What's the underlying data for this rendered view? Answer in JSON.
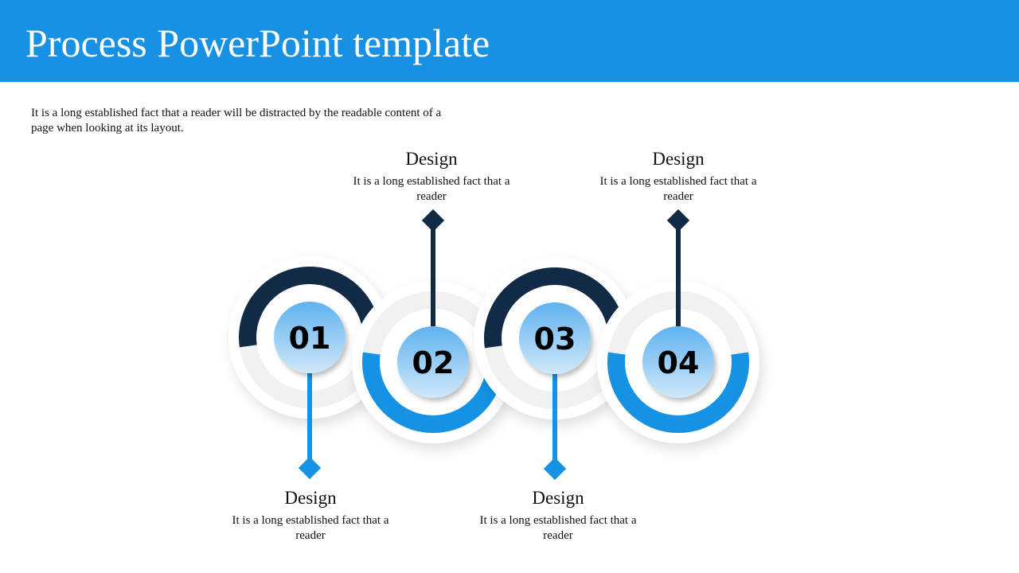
{
  "header": {
    "title": "Process PowerPoint template"
  },
  "intro": "It is a long established fact that a reader will be distracted by the readable content of a page when looking at its layout.",
  "colors": {
    "header": "#1791e3",
    "dark": "#112a46",
    "blue": "#1592e3",
    "gray": "#f1f1f1"
  },
  "steps": [
    {
      "number": "01",
      "title": "Design",
      "text": "It is a long established fact that a reader"
    },
    {
      "number": "02",
      "title": "Design",
      "text": "It is a long established fact that a reader"
    },
    {
      "number": "03",
      "title": "Design",
      "text": "It is a long established fact that a reader"
    },
    {
      "number": "04",
      "title": "Design",
      "text": "It is a long established fact that a reader"
    }
  ]
}
